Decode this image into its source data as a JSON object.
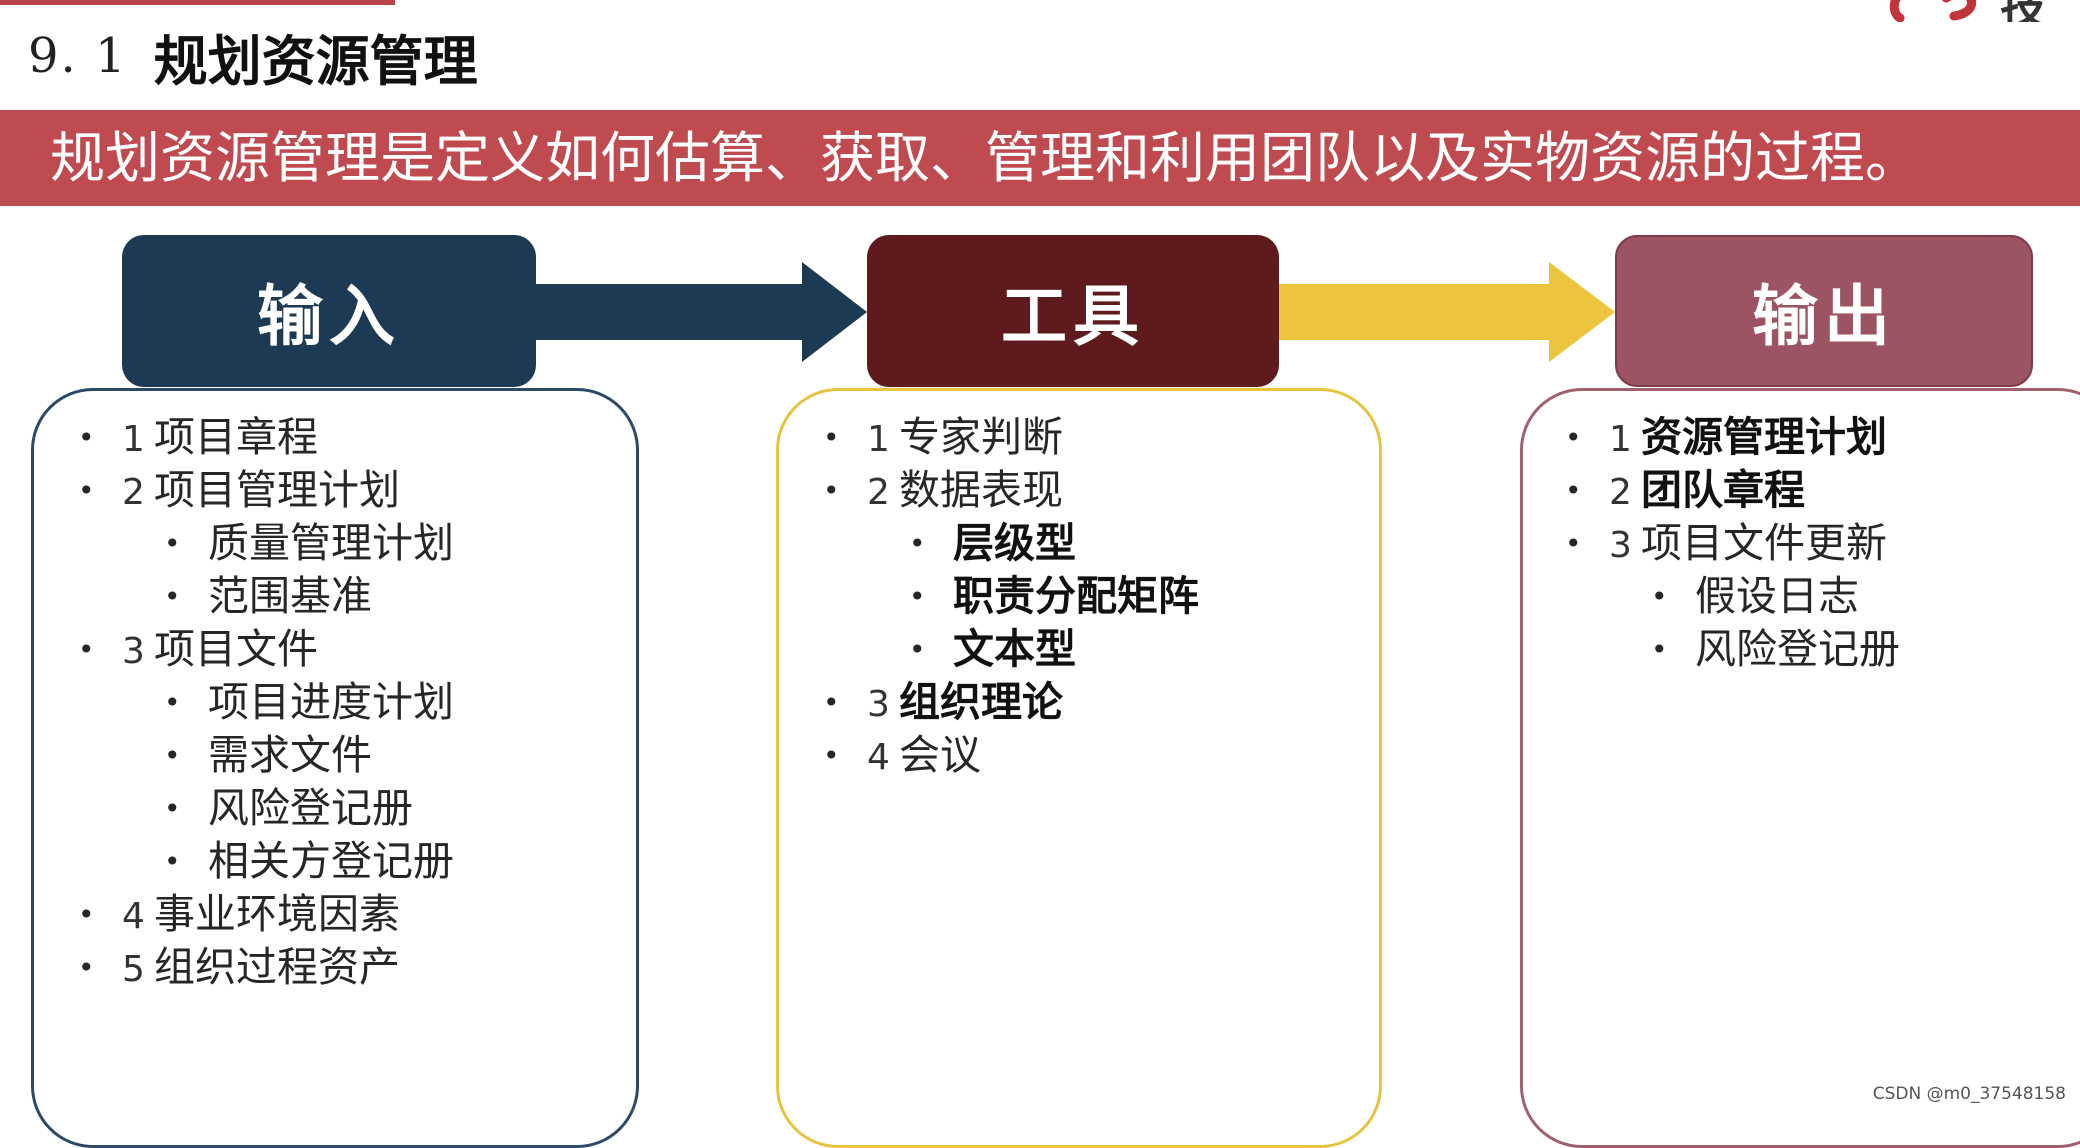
{
  "header": {
    "section_number": "9. 1",
    "title": "规划资源管理",
    "logo_text": "技"
  },
  "definition": "规划资源管理是定义如何估算、获取、管理和利用团队以及实物资源的过程。",
  "colors": {
    "banner": "#bf4a50",
    "inputs": "#1c3a54",
    "tools": "#5e1a1d",
    "outputs": "#9c5462",
    "tools_arrow": "#ecc43e"
  },
  "stages": {
    "inputs": {
      "label": "输入",
      "items": [
        {
          "bullet": "•",
          "num": "1",
          "text": "项目章程"
        },
        {
          "bullet": "•",
          "num": "2",
          "text": "项目管理计划"
        },
        {
          "bullet": "•",
          "text": "质量管理计划"
        },
        {
          "bullet": "•",
          "text": "范围基准"
        },
        {
          "bullet": "•",
          "num": "3",
          "text": "项目文件"
        },
        {
          "bullet": "•",
          "text": "项目进度计划"
        },
        {
          "bullet": "•",
          "text": "需求文件"
        },
        {
          "bullet": "•",
          "text": "风险登记册"
        },
        {
          "bullet": "•",
          "text": "相关方登记册"
        },
        {
          "bullet": "•",
          "num": "4",
          "text": "事业环境因素"
        },
        {
          "bullet": "•",
          "num": "5",
          "text": "组织过程资产"
        }
      ]
    },
    "tools": {
      "label": "工具",
      "items": [
        {
          "bullet": "•",
          "num": "1",
          "text": "专家判断"
        },
        {
          "bullet": "•",
          "num": "2",
          "text": "数据表现"
        },
        {
          "bullet": "•",
          "text": "层级型"
        },
        {
          "bullet": "•",
          "text": "职责分配矩阵"
        },
        {
          "bullet": "•",
          "text": "文本型"
        },
        {
          "bullet": "•",
          "num": "3",
          "text": "组织理论"
        },
        {
          "bullet": "•",
          "num": "4",
          "text": "会议"
        }
      ]
    },
    "outputs": {
      "label": "输出",
      "items": [
        {
          "bullet": "•",
          "num": "1",
          "text": "资源管理计划"
        },
        {
          "bullet": "•",
          "num": "2",
          "text": "团队章程"
        },
        {
          "bullet": "•",
          "num": "3",
          "text": "项目文件更新"
        },
        {
          "bullet": "•",
          "text": "假设日志"
        },
        {
          "bullet": "•",
          "text": "风险登记册"
        }
      ]
    }
  },
  "watermark": "CSDN @m0_37548158"
}
